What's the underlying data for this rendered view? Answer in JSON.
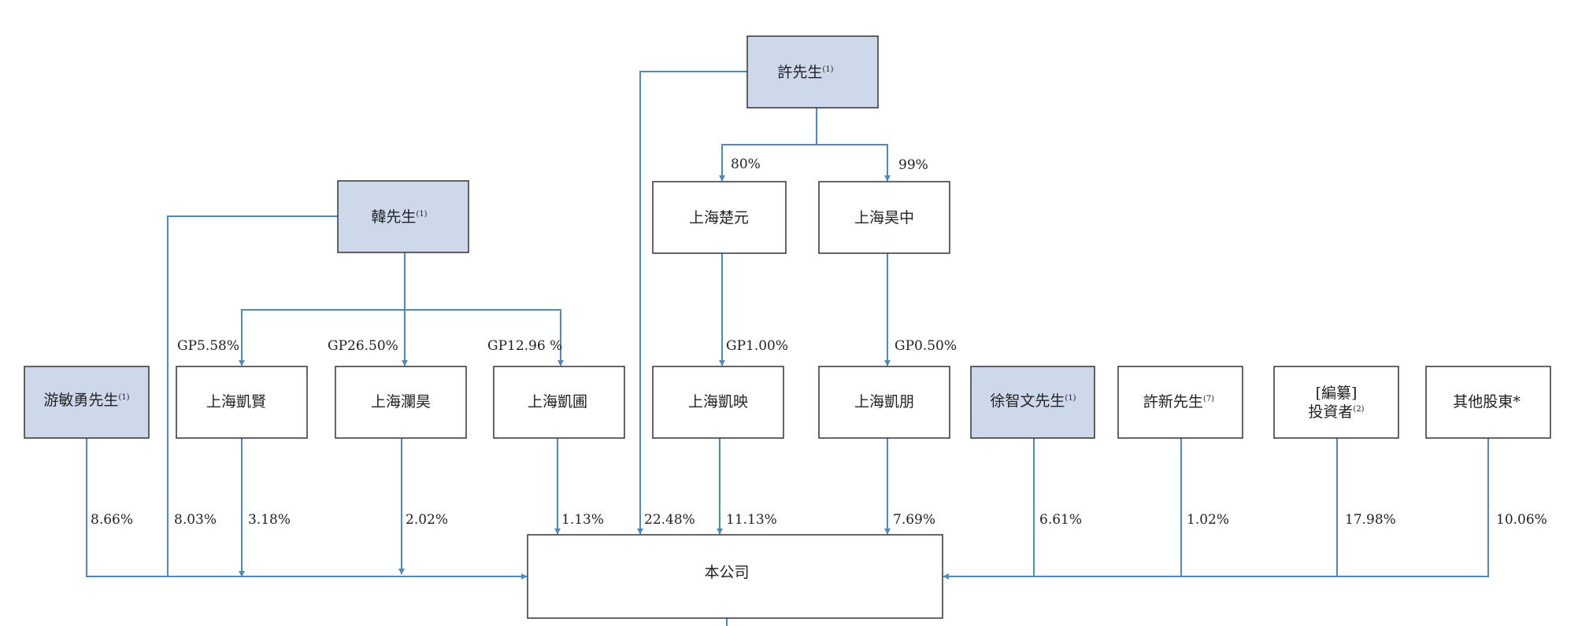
{
  "colors": {
    "line": "#4a8bc4",
    "highlight": "#cdd9ea",
    "border": "#333333",
    "text": "#222222"
  },
  "nodes": {
    "xu": {
      "label": "許先生",
      "sup": "(1)"
    },
    "han": {
      "label": "韓先生",
      "sup": "(1)"
    },
    "chuyuan": {
      "label": "上海楚元",
      "sup": ""
    },
    "haozhong": {
      "label": "上海昊中",
      "sup": ""
    },
    "you": {
      "label": "游敏勇先生",
      "sup": "(1)"
    },
    "kaixian": {
      "label": "上海凱賢",
      "sup": ""
    },
    "lanhao": {
      "label": "上海瀾昊",
      "sup": ""
    },
    "kaipu": {
      "label": "上海凱圃",
      "sup": ""
    },
    "kaiying": {
      "label": "上海凱映",
      "sup": ""
    },
    "kaipeng": {
      "label": "上海凱朋",
      "sup": ""
    },
    "xuzhiwen": {
      "label": "徐智文先生",
      "sup": "(1)"
    },
    "xuxin": {
      "label": "許新先生",
      "sup": "(7)"
    },
    "investors": {
      "label1": "[編纂]",
      "label2": "投資者",
      "sup": "(2)"
    },
    "others": {
      "label": "其他股東*",
      "sup": ""
    },
    "company": {
      "label": "本公司",
      "sup": ""
    }
  },
  "edges": {
    "xu_chuyuan": "80%",
    "xu_haozhong": "99%",
    "han_kaixian": "GP5.58%",
    "han_lanhao": "GP26.50%",
    "han_kaipu": "GP12.96 %",
    "chuyuan_kaiying": "GP1.00%",
    "haozhong_kaipeng": "GP0.50%",
    "you_company": "8.66%",
    "han_company": "8.03%",
    "kaixian_company": "3.18%",
    "lanhao_company": "2.02%",
    "kaipu_company": "1.13%",
    "xu_company": "22.48%",
    "kaiying_company": "11.13%",
    "kaipeng_company": "7.69%",
    "xuzhiwen_company": "6.61%",
    "xuxin_company": "1.02%",
    "investors_company": "17.98%",
    "others_company": "10.06%"
  }
}
